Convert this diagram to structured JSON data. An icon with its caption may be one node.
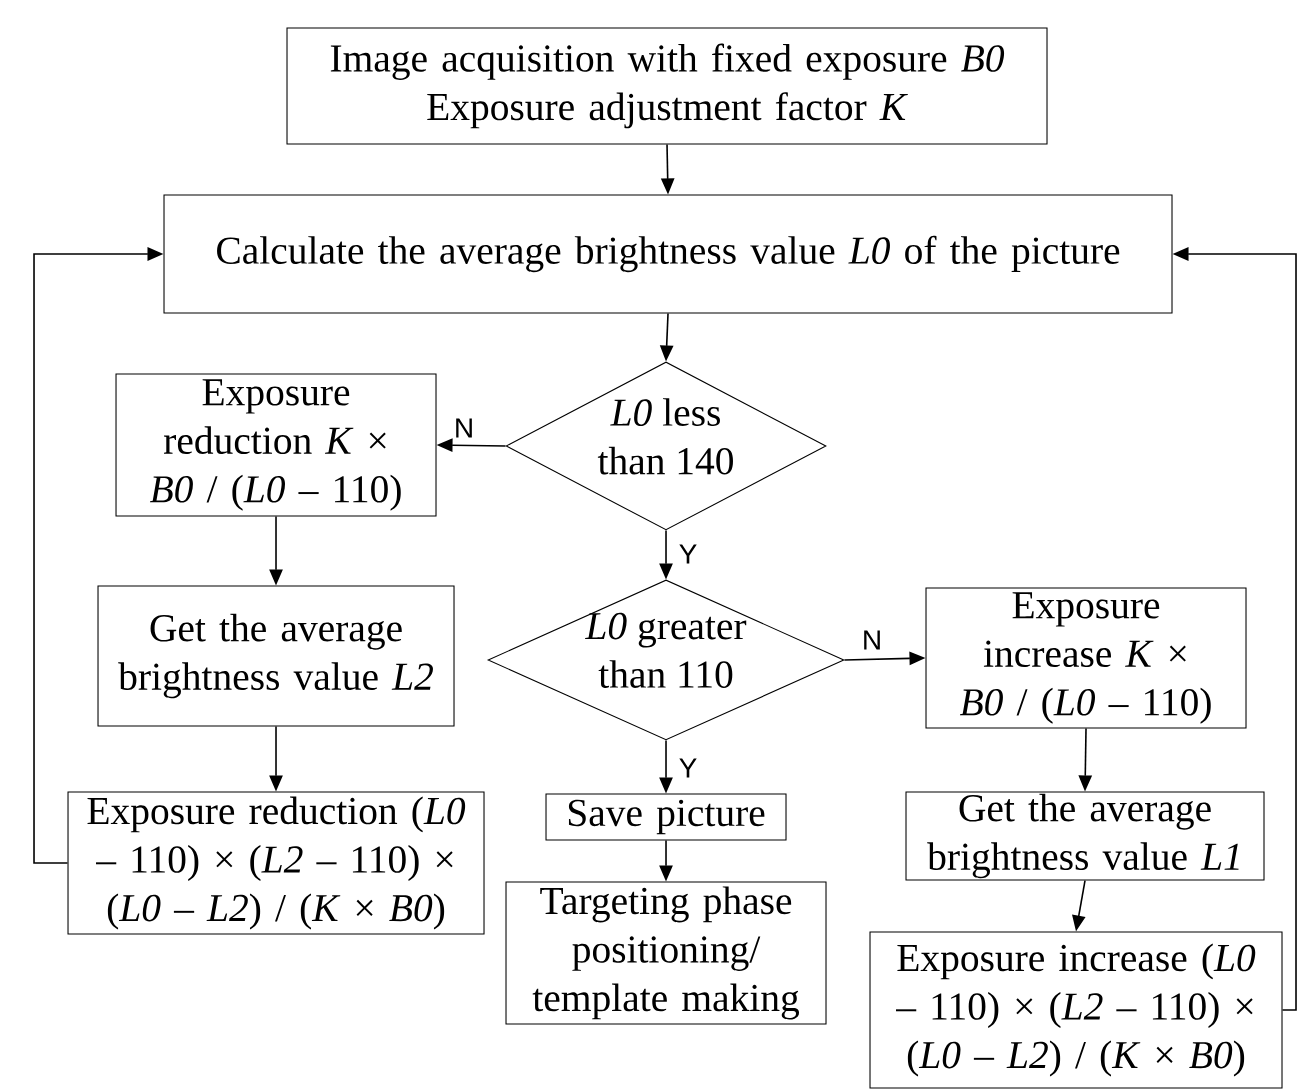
{
  "diagram": {
    "nodes": [
      {
        "text": [
          "Image acquisition with fixed exposure *B0*",
          "Exposure adjustment factor *K*"
        ]
      },
      {
        "text": [
          "Calculate the average brightness value *L0* of the picture"
        ]
      },
      {
        "text": [
          "*L0* less than 140"
        ]
      },
      {
        "text": [
          "Exposure reduction *K* × *B0* / (*L0* – 110)"
        ]
      },
      {
        "text": [
          "Get the average brightness value *L2*"
        ]
      },
      {
        "text": [
          "Exposure reduction (*L0* – 110) × (*L2* – 110) × (*L0* – *L2*) / (*K* × *B0*)"
        ]
      },
      {
        "text": [
          "*L0* greater than 110"
        ]
      },
      {
        "text": [
          "Save picture"
        ]
      },
      {
        "text": [
          "Targeting phase positioning/ template making"
        ]
      },
      {
        "text": [
          "Exposure increase *K* × *B0* / (*L0* – 110)"
        ]
      },
      {
        "text": [
          "Get the average brightness value *L1*"
        ]
      },
      {
        "text": [
          "Exposure increase (*L0* – 110) × (*L2* – 110) × (*L0* – *L2*) / (*K* × *B0*)"
        ]
      }
    ],
    "edges": [
      {
        "from": 0,
        "to": 1,
        "arrow": "to"
      },
      {
        "from": 1,
        "to": 2,
        "arrow": "to"
      },
      {
        "from": 2,
        "to": 3,
        "arrow": "to",
        "label": "N"
      },
      {
        "from": 2,
        "to": 6,
        "arrow": "to",
        "label": "Y"
      },
      {
        "from": 3,
        "to": 4,
        "arrow": "to"
      },
      {
        "from": 4,
        "to": 5,
        "arrow": "to"
      },
      {
        "from": 5,
        "to": 1,
        "arrow": "to"
      },
      {
        "from": 6,
        "to": 9,
        "arrow": "to",
        "label": "N"
      },
      {
        "from": 6,
        "to": 7,
        "arrow": "to",
        "label": "Y"
      },
      {
        "from": 7,
        "to": 8,
        "arrow": "to"
      },
      {
        "from": 9,
        "to": 10,
        "arrow": "to"
      },
      {
        "from": 10,
        "to": 11,
        "arrow": "to"
      },
      {
        "from": 11,
        "to": 1,
        "arrow": "to"
      }
    ]
  }
}
